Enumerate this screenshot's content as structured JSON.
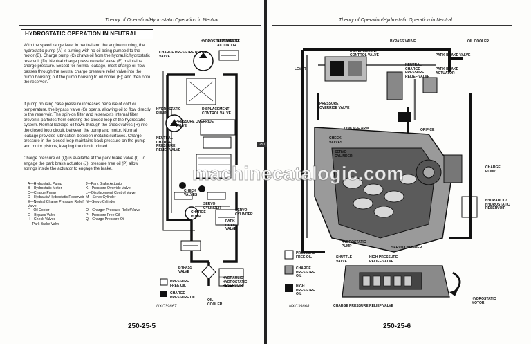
{
  "header": {
    "left_title": "Theory of Operation/Hydrostatic Operation in Neutral",
    "right_title": "Theory of Operation/Hydrostatic Operation in Neutral"
  },
  "section_title": "HYDROSTATIC OPERATION IN NEUTRAL",
  "paragraphs": [
    "With the speed range lever in neutral and the engine running, the hydrostatic pump (A) is turning with no oil being pumped to the motor (B). Charge pump (C) draws oil from the hydraulic/hydrostatic reservoir (D). Neutral charge pressure relief valve (E) maintains charge pressure. Except for normal leakage, most charge oil flow passes through the neutral charge pressure relief valve into the pump housing; out the pump housing to oil cooler (F); and then onto the reservoir.",
    "If pump housing case pressure increases because of cold oil temperature, the bypass valve (G) opens, allowing oil to flow directly to the reservoir. The spin-on filter and reservoir's internal filter prevents particles from entering the closed loop of the hydrostatic system. Normal leakage oil flows through the check valves (H) into the closed loop circuit, between the pump and motor. Normal leakage provides lubrication between metallic surfaces. Charge pressure in the closed loop maintains back pressure on the pump and motor pistons, keeping the circuit primed.",
    "Charge pressure oil (Q) is available at the park brake valve (I). To engage the park brake actuator (J), pressure free oil (P) allow springs inside the actuator to engage the brake."
  ],
  "legend": [
    [
      "A—Hydrostatic Pump",
      "J—Park Brake Actuator"
    ],
    [
      "B—Hydrostatic Motor",
      "K—Pressure Override Valve"
    ],
    [
      "C—Charge Pump",
      "L—Displacement Control Valve"
    ],
    [
      "D—Hydraulic/Hydrostatic Reservoir",
      "M—Servo Cylinder"
    ],
    [
      "E—Neutral Charge Pressure Relief Valve",
      "N—Servo Cylinder"
    ],
    [
      "F—Oil Cooler",
      "O—Charger Pressure Relief Valve"
    ],
    [
      "G—Bypass Valve",
      "P—Pressure Free Oil"
    ],
    [
      "H—Check Valves",
      "Q—Charge Pressure Oil"
    ],
    [
      "I—Park Brake Valve",
      ""
    ]
  ],
  "left_diagram_labels": {
    "hydrostatic_motor": "HYDROSTATIC MOTOR",
    "park_brake_actuator": "PARK BRAKE ACTUATOR",
    "charge_pressure_relief": "CHARGE PRESSURE RELIEF VALVE",
    "hydrostatic_pump": "HYDROSTATIC PUMP",
    "displacement_control": "DISPLACEMENT CONTROL VALVE",
    "pressure_override": "PRESSURE OVERRIDE VALVE",
    "neutral_charge": "NEUTRAL CHARGE PRESSURE RELIEF VALVE",
    "check_valves": "CHECK VALVES",
    "servo_cyl_1": "SERVO CYLINDER",
    "servo_cyl_2": "SERVO CYLINDER",
    "charge_pump": "CHARGE PUMP",
    "park_brake_valve": "PARK BRAKE VALVE",
    "bypass_valve": "BYPASS VALVE",
    "reservoir": "HYDRAULIC/ HYDROSTATIC RESERVOIR",
    "pressure_free": "PRESSURE FREE OIL",
    "charge_pressure": "CHARGE PRESSURE OIL",
    "oil_cooler": "OIL COOLER"
  },
  "right_diagram_labels": {
    "bypass_valve": "BYPASS VALVE",
    "oil_cooler": "OIL COOLER",
    "park_brake_valve": "PARK BRAKE VALVE",
    "lever": "LEVER",
    "displacement": "DISPLACEMENT CONTROL VALVE",
    "neutral_charge": "NEUTRAL CHARGE PRESSURE RELIEF VALVE",
    "park_brake_actuator": "PARK BRAKE ACTUATOR",
    "pressure_override": "PRESSURE OVERRIDE VALVE",
    "linkage_arm": "LINKAGE ARM",
    "orifice": "ORIFICE",
    "check_valves": "CHECK VALVES",
    "servo_cylinder": "SERVO CYLINDER",
    "charge_pump": "CHARGE PUMP",
    "reservoir": "HYDRAULIC/ HYDROSTATIC RESERVOIR",
    "hydrostatic_pump": "HYDROSTATIC PUMP",
    "servo_cylinder_2": "SERVO CYLINDER",
    "pressure_free": "PRESSURE FREE OIL",
    "charge_pressure": "CHARGE PRESSURE OIL",
    "high_pressure": "HIGH PRESSURE OIL",
    "shuttle_valve": "SHUTTLE VALVE",
    "high_pressure_relief": "HIGH PRESSURE RELIEF VALVE",
    "charge_pressure_relief": "CHARGE PRESSURE RELIEF VALVE",
    "hydrostatic_motor": "HYDROSTATIC MOTOR"
  },
  "figure_codes": {
    "left": "NXC39867",
    "right": "NXC39868"
  },
  "page_numbers": {
    "left": "250-25-5",
    "right": "250-25-6"
  },
  "watermark": "machinecatalogic.com",
  "side_tab": "250"
}
